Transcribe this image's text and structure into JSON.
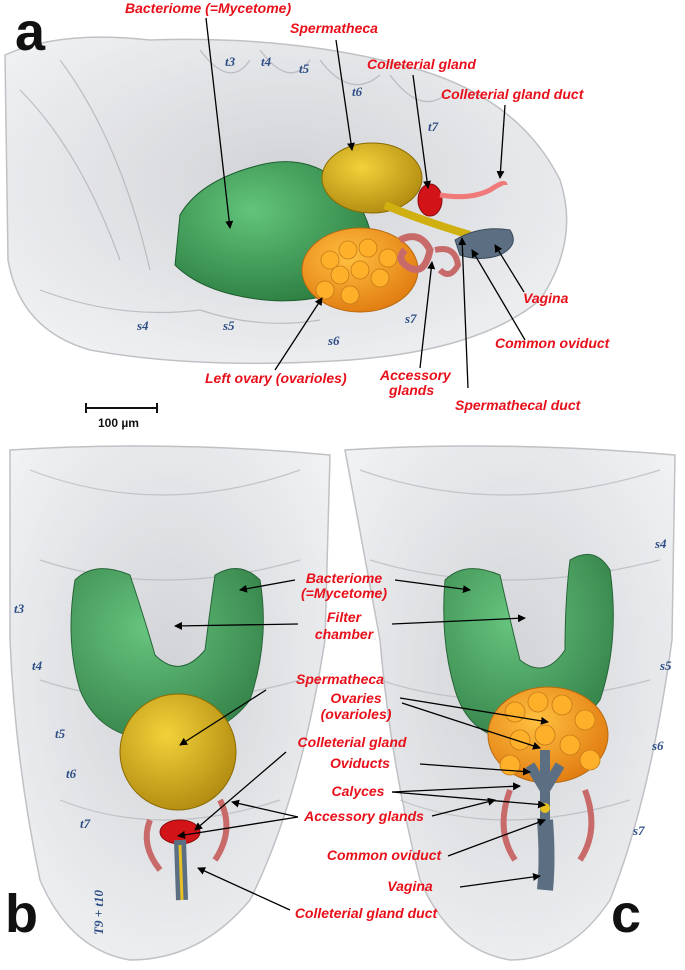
{
  "panels": {
    "a": "a",
    "b": "b",
    "c": "c"
  },
  "scale_bar": "100 µm",
  "panel_a": {
    "bacteriome": "Bacteriome (=Mycetome)",
    "spermatheca": "Spermatheca",
    "colleterial_gland": "Colleterial gland",
    "colleterial_gland_duct": "Colleterial gland duct",
    "vagina": "Vagina",
    "common_oviduct": "Common oviduct",
    "spermathecal_duct": "Spermathecal duct",
    "accessory_glands_1": "Accessory",
    "accessory_glands_2": "glands",
    "left_ovary": "Left ovary (ovarioles)",
    "segments": {
      "t3": "t3",
      "t4": "t4",
      "t5": "t5",
      "t6": "t6",
      "t7": "t7",
      "s4": "s4",
      "s5": "s5",
      "s6": "s6",
      "s7": "s7"
    }
  },
  "panel_bc": {
    "bacteriome_1": "Bacteriome",
    "bacteriome_2": "(=Mycetome)",
    "filter_1": "Filter",
    "filter_2": "chamber",
    "spermatheca": "Spermatheca",
    "ovaries_1": "Ovaries",
    "ovaries_2": "(ovarioles)",
    "colleterial_gland": "Colleterial gland",
    "oviducts": "Oviducts",
    "calyces": "Calyces",
    "accessory_glands": "Accessory glands",
    "common_oviduct": "Common oviduct",
    "vagina": "Vagina",
    "colleterial_gland_duct": "Colleterial gland duct",
    "segments_b": {
      "t3": "t3",
      "t4": "t4",
      "t5": "t5",
      "t6": "t6",
      "t7": "t7",
      "t9": "T9 + t10"
    },
    "segments_c": {
      "s4": "s4",
      "s5": "s5",
      "s6": "s6",
      "s7": "s7"
    }
  },
  "colors": {
    "label": "#e8101a",
    "segment": "#2f4f86",
    "bacteriome": "#3f9f55",
    "spermatheca": "#d9b21a",
    "ovary": "#f0a020",
    "gland": "#d21418",
    "oviduct": "#5c6f82"
  }
}
